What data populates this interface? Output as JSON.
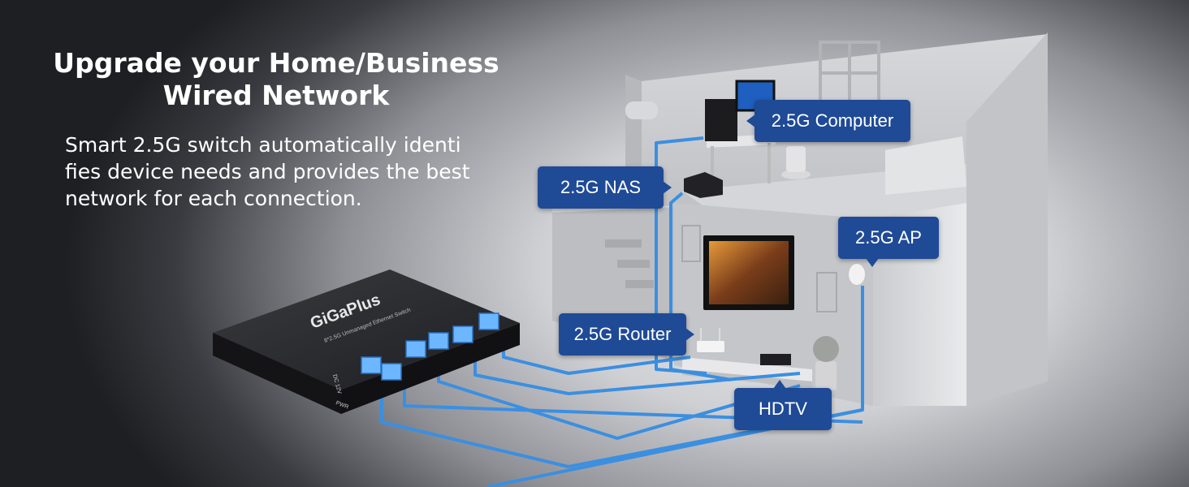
{
  "headline": {
    "line1": "Upgrade your Home/Business",
    "line2": "Wired Network"
  },
  "subtext": {
    "line1": "Smart 2.5G switch automatically identi",
    "line2": "fies device needs and provides the best",
    "line3": "network for each connection."
  },
  "switch": {
    "brand": "GiGaPlus",
    "subtitle": "8*2.5G Unmanaged Ethernet Switch",
    "power_label": "DC 12V",
    "pwr_label": "PWR"
  },
  "callouts": {
    "computer": "2.5G Computer",
    "nas": "2.5G NAS",
    "ap": "2.5G AP",
    "router": "2.5G Router",
    "hdtv": "HDTV"
  },
  "colors": {
    "callout_bg": "#1f4a96",
    "cable": "#3b8fe0",
    "headline": "#ffffff"
  }
}
